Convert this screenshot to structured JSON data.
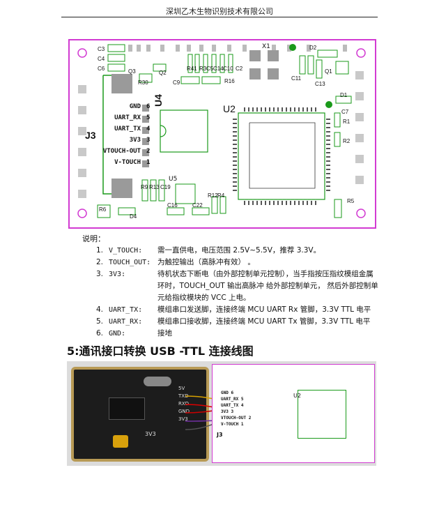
{
  "header": {
    "company": "深圳乙木生物识别技术有限公司"
  },
  "pcb": {
    "connector": "J3",
    "chip_u2": "U2",
    "chip_u4": "U4",
    "chip_u5": "U5",
    "crystal": "X1",
    "pins": [
      {
        "name": "GND",
        "num": "6"
      },
      {
        "name": "UART_RX",
        "num": "5"
      },
      {
        "name": "UART_TX",
        "num": "4"
      },
      {
        "name": "3V3",
        "num": "3"
      },
      {
        "name": "VTOUCH-OUT",
        "num": "2"
      },
      {
        "name": "V-TOUCH",
        "num": "1"
      }
    ],
    "refs": [
      "C3",
      "C4",
      "C6",
      "Q3",
      "Q2",
      "R30",
      "R41",
      "R3",
      "C5",
      "C14",
      "C10",
      "C2",
      "C9",
      "R16",
      "D2",
      "C11",
      "C13",
      "Q1",
      "D1",
      "C7",
      "R1",
      "R2",
      "R9",
      "R13",
      "C19",
      "C16",
      "C22",
      "R12",
      "R4",
      "R5",
      "R6",
      "D4"
    ]
  },
  "notes": {
    "title": "说明：",
    "items": [
      {
        "num": "1.",
        "label": "V_TOUCH:",
        "text": "需一直供电，电压范围 2.5V~5.5V，推荐 3.3V。"
      },
      {
        "num": "2.",
        "label": "TOUCH_OUT:",
        "text": "为触控输出（高脉冲有效） 。"
      },
      {
        "num": "3.",
        "label": "3V3:",
        "text": "待机状态下断电（由外部控制单元控制），当手指按压指纹模组金属环时，TOUCH_OUT 输出高脉冲  给外部控制单元，  然后外部控制单元给指纹模块的 VCC 上电。"
      },
      {
        "num": "4.",
        "label": "UART_TX:",
        "text": "模组串口发送脚，连接终端 MCU UART Rx 管脚，3.3V TTL 电平"
      },
      {
        "num": "5.",
        "label": "UART_RX:",
        "text": "模组串口接收脚，连接终端 MCU UART Tx 管脚，3.3V TTL 电平"
      },
      {
        "num": "6.",
        "label": "GND:",
        "text": "接地"
      }
    ]
  },
  "section": {
    "title": "5:通讯接口转换 USB -TTL 连接线图"
  },
  "photo": {
    "usb_pins": [
      "5V",
      "TXD",
      "RXD",
      "GND",
      "3V3"
    ],
    "board_label": "3V3"
  }
}
